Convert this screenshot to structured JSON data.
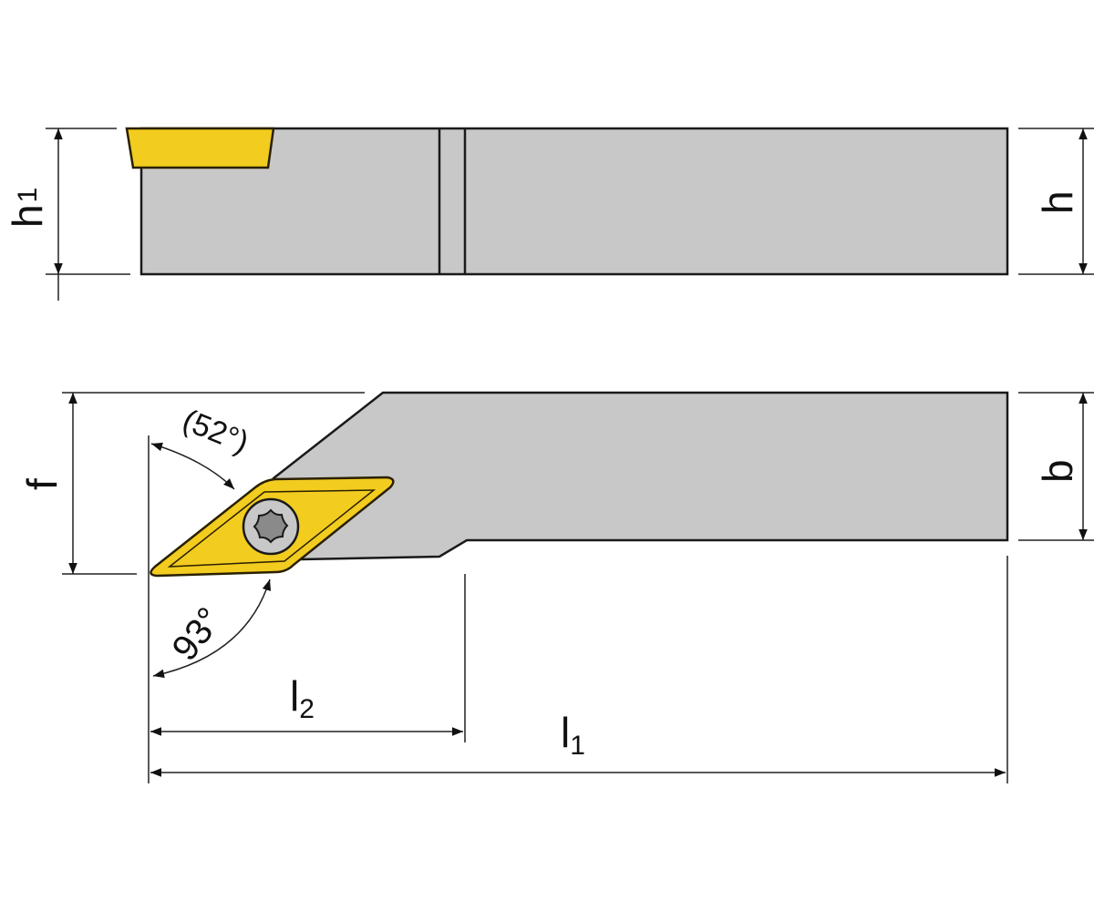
{
  "labels": {
    "h1_main": "h",
    "h1_sub": "1",
    "h": "h",
    "f": "f",
    "b": "b",
    "l2_main": "l",
    "l2_sub": "2",
    "l1_main": "l",
    "l1_sub": "1",
    "angle_52": "(52°)",
    "angle_93": "93°"
  },
  "colors": {
    "body": "#c8c8c8",
    "insert": "#f2cc1f"
  }
}
